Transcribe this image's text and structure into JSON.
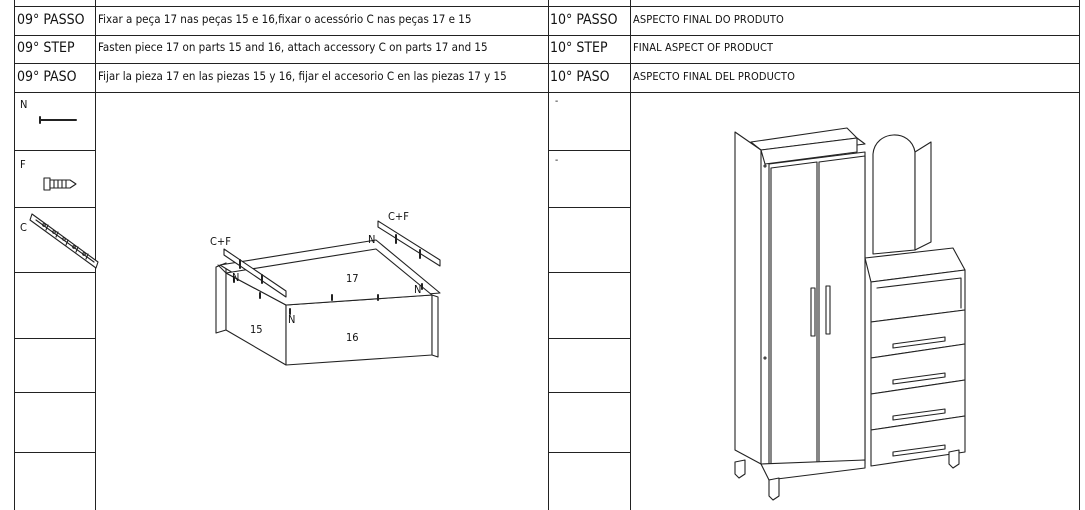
{
  "steps": {
    "left": [
      {
        "label": "09° PASSO",
        "text": "Fixar a peça 17 nas peças 15 e 16,fixar o acessório C nas peças 17 e 15"
      },
      {
        "label": "09°  STEP",
        "text": "Fasten piece 17 on parts 15 and 16, attach accessory C on parts 17 and 15"
      },
      {
        "label": "09°  PASO",
        "text": "Fijar la pieza 17 en las piezas 15 y 16, fijar el accesorio C en las piezas 17 y 15"
      }
    ],
    "right": [
      {
        "label": "10° PASSO",
        "text": "ASPECTO FINAL DO PRODUTO"
      },
      {
        "label": "10°  STEP",
        "text": "FINAL ASPECT OF PRODUCT"
      },
      {
        "label": "10°  PASO",
        "text": "ASPECTO FINAL DEL PRODUCTO"
      }
    ]
  },
  "hardware": [
    {
      "letter": "N",
      "icon": "nail-icon"
    },
    {
      "letter": "F",
      "icon": "screw-icon"
    },
    {
      "letter": "C",
      "icon": "rail-accessory-icon"
    }
  ],
  "step10_hardware": [
    "-",
    "-"
  ],
  "diagram": {
    "part_labels": [
      "17",
      "15",
      "16"
    ],
    "hardware_labels": [
      "C+F",
      "C+F",
      "N",
      "N",
      "N",
      "N"
    ]
  }
}
